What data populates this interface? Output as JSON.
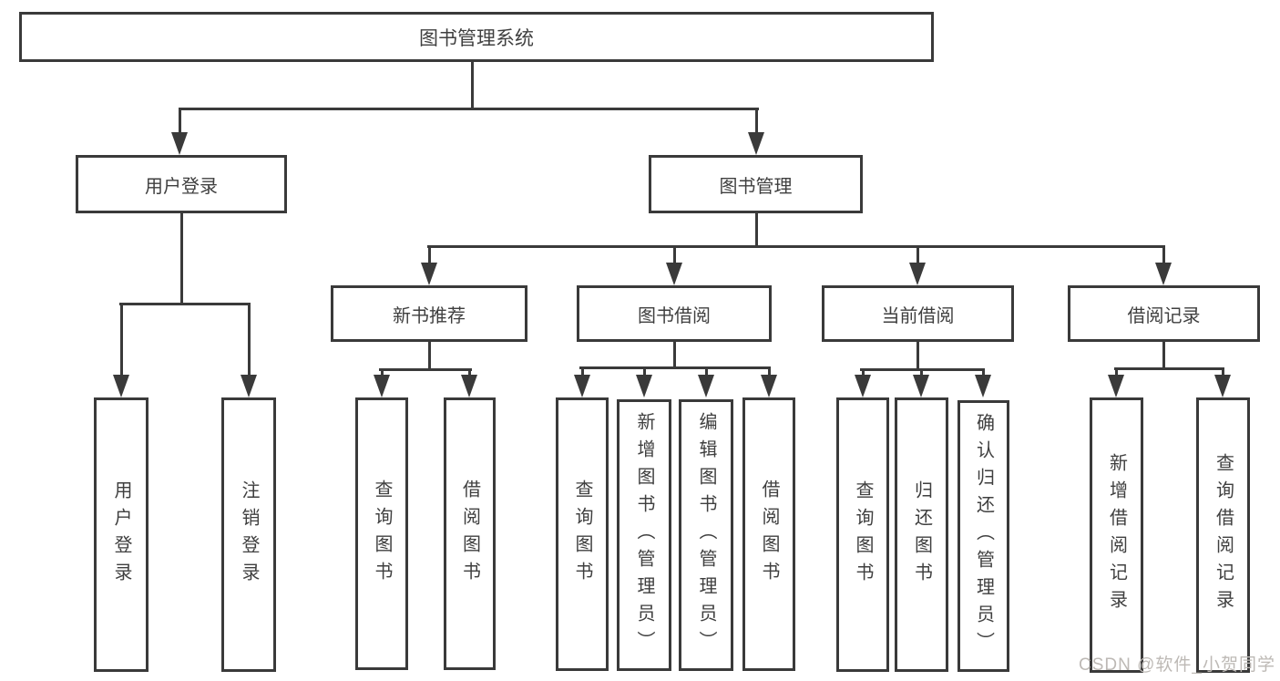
{
  "tree": {
    "root": {
      "label": "图书管理系统"
    },
    "branches": [
      {
        "label": "用户登录",
        "children": [
          {
            "label": "用户登录"
          },
          {
            "label": "注销登录"
          }
        ]
      },
      {
        "label": "图书管理",
        "children": [
          {
            "label": "新书推荐",
            "children": [
              {
                "label": "查询图书"
              },
              {
                "label": "借阅图书"
              }
            ]
          },
          {
            "label": "图书借阅",
            "children": [
              {
                "label": "查询图书"
              },
              {
                "label": "新增图书（管理员）"
              },
              {
                "label": "编辑图书（管理员）"
              },
              {
                "label": "借阅图书"
              }
            ]
          },
          {
            "label": "当前借阅",
            "children": [
              {
                "label": "查询图书"
              },
              {
                "label": "归还图书"
              },
              {
                "label": "确认归还（管理员）"
              }
            ]
          },
          {
            "label": "借阅记录",
            "children": [
              {
                "label": "新增借阅记录"
              },
              {
                "label": "查询借阅记录"
              }
            ]
          }
        ]
      }
    ]
  },
  "watermark": {
    "text": "CSDN @软件_小贺同学"
  },
  "colors": {
    "line": "#3a3a3a",
    "text": "#3f3f3f",
    "bg": "#ffffff",
    "watermark": "#bdb9b5"
  }
}
